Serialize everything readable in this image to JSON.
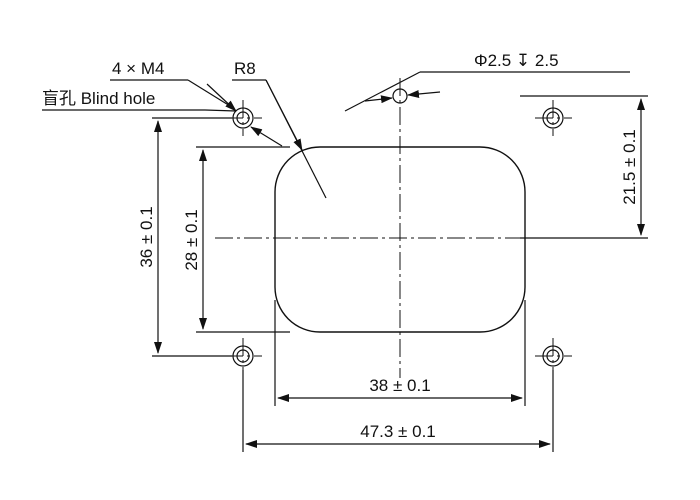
{
  "labels": {
    "holes": "4 × M4",
    "blind_hole": "盲孔 Blind hole",
    "radius": "R8",
    "hole_spec": "Φ2.5 ↧ 2.5",
    "dim_height_outer": "36 ± 0.1",
    "dim_height_inner": "28 ± 0.1",
    "dim_height_right": "21.5 ± 0.1",
    "dim_width_inner": "38 ± 0.1",
    "dim_width_outer": "47.3 ± 0.1"
  },
  "colors": {
    "line": "#111111",
    "background": "#ffffff"
  }
}
